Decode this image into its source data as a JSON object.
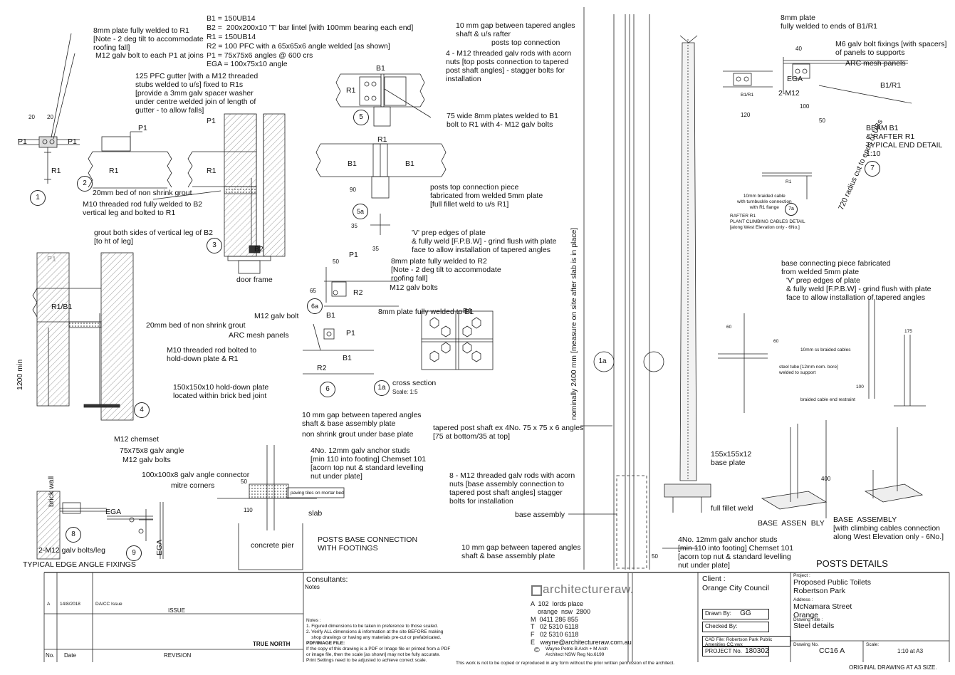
{
  "notes_top": {
    "b1": "B1 = 150UB14",
    "b2": "B2 =  200x200x10 'T' bar lintel [with 100mm bearing each end]",
    "r1": "R1 = 150UB14",
    "r2": "R2 = 100 PFC with a 65x65x6 angle welded [as shown]",
    "p1": "P1 = 75x75x6 angles @ 600 crs",
    "ega": "EGA = 100x75x10 angle"
  },
  "labels": {
    "plate_8mm_r1": "8mm plate fully welded to R1\n[Note - 2 deg tilt to accommodate\nroofing fall]",
    "m12_each_p1": "M12 galv bolt to each P1 at joins",
    "gutter": "125 PFC gutter [with a M12 threaded\nstubs welded to u/s] fixed to R1s\n[provide a 3mm galv spacer washer\nunder centre welded join of length of\ngutter - to allow falls]",
    "grout_20": "20mm bed of non shrink grout",
    "m10_rod_b2": "M10 threaded rod fully welded to B2\nvertical leg and bolted to R1",
    "grout_both": "grout both sides of vertical leg of B2\n[to ht of leg]",
    "door_frame": "door frame",
    "r1b1": "R1/B1",
    "grout_20b": "20mm bed of non shrink grout",
    "m10_rod_hold": "M10 threaded rod bolted to\nhold-down plate & R1",
    "holddown": "150x150x10 hold-down plate\nlocated within brick bed joint",
    "dim_1200": "1200 min",
    "m12_chemset": "M12 chemset",
    "angle_75": "75x75x8 galv angle",
    "m12_bolts": "M12 galv bolts",
    "angle_conn": "100x100x8 galv angle connector",
    "mitre": "mitre corners",
    "brick_wall": "brick wall",
    "ega1": "EGA",
    "ega2": "EGA",
    "m12_2": "2-M12 galv bolts/leg",
    "edge_title": "TYPICAL EDGE ANGLE FIXINGS",
    "gap_10_top": "10 mm gap between tapered angles\nshaft & u/s rafter",
    "posts_top": "posts top connection",
    "rods_4": "4 - M12 threaded galv rods with acorn\nnuts [top posts connection to tapered\npost shaft angles] - stagger bolts for\ninstallation",
    "plates_75": "75 wide 8mm plates welded to B1\nbolt to R1 with 4- M12 galv bolts",
    "posts_top_piece": "posts top connection piece\nfabricated from welded 5mm plate\n[full fillet weld to u/s R1]",
    "v_prep": "'V' prep edges of plate\n& fully weld [F.P.B.W] - grind flush with plate\nface to allow installation of tapered angles",
    "plate_8mm_r2": "8mm plate fully welded to R2\n[Note - 2 deg tilt to accommodate\nroofing fall]",
    "m12_galv_bolts2": "M12 galv bolts",
    "m12_galv_bolt": "M12 galv bolt",
    "plate_8mm_b1": "8mm plate fully welded to B1",
    "arc_mesh": "ARC mesh panels",
    "cross_section": "cross section",
    "scale_15": "Scale: 1:5",
    "tapered_shaft": "tapered post shaft ex 4No. 75 x 75 x 6 angles\n[75 at bottom/35 at top]",
    "rods_8": "8 - M12 threaded galv rods with acorn\nnuts [base assembly connection to\ntapered post shaft angles] stagger\nbolts for installation",
    "base_assembly": "base assembly",
    "gap_10_bot": "10 mm gap between tapered angles\nshaft & base assembly plate",
    "gap_10_base": "10 mm gap between tapered angles\nshaft & base assembly plate",
    "grout_base": "non shrink grout under base plate",
    "anchor_4": "4No. 12mm galv anchor studs\n[min 110 into footing] Chemset 101\n[acorn top nut & standard levelling\nnut under plate]",
    "paving": "paving tiles on mortar bed",
    "slab": "slab",
    "pier": "concrete pier",
    "base_conn_title": "POSTS BASE CONNECTION\nWITH FOOTINGS",
    "nominally": "nominally 2400 mm [measure on site after slab is in place]",
    "anchor_4b": "4No. 12mm galv anchor studs\n[min 110 into footing] Chemset 101\n[acorn top nut & standard levelling\nnut under plate]",
    "plate_8mm_b1r1": "8mm plate\nfully welded to ends of B1/R1",
    "m6_fix": "M6 galv bolt fixings [with spacers]\nof panels to supports",
    "arc_mesh2": "ARC mesh panels",
    "b1r1": "B1/R1",
    "ega3": "EGA",
    "m12_2b": "2-M12",
    "beam_title": "BEAM B1\n& RAFTER R1\nTYPICAL END DETAIL\n1:10",
    "radius_720": "720 radius cut to ends of UBs",
    "braided": "10mm braided cable\nwith turnbuckle connection\nwith R1 flange",
    "rafter_cable": "RAFTER R1\nPLANT CLIMBING CABLES DETAIL\n[along West Elevation only - 6No.]",
    "base_conn_piece": "base connecting piece fabricated\nfrom welded 5mm plate",
    "v_prep2": "'V' prep edges of plate\n& fully weld [F.P.B.W] - grind flush with plate\nface to allow installation of tapered angles",
    "ss_braided": "10mm ss braided cables",
    "steel_tube": "steel tube [12mm nom. bore]\nwelded to support",
    "braided_end": "braided cable end restraint",
    "base_plate": "155x155x12\nbase plate",
    "fillet": "full fillet weld",
    "base_asm_a": "BASE  ASSEN  BLY",
    "base_asm_b": "BASE  ASSEMBLY\n[with climbing cables connection\nalong West Elevation only - 6No.]",
    "posts_details": "POSTS DETAILS"
  },
  "dims": {
    "d20a": "20",
    "d20b": "20",
    "d90": "90",
    "d35a": "35",
    "d35b": "35",
    "d50": "50",
    "d65": "65",
    "d50b": "50",
    "d110": "110",
    "d50c": "50",
    "d40": "40",
    "d120": "120",
    "d100": "100",
    "d50d": "50",
    "d400": "400",
    "d60": "60",
    "d175": "175",
    "d100b": "100",
    "d60b": "60"
  },
  "parts": {
    "p1a": "P1",
    "p1b": "P1",
    "r1a": "R1",
    "p1c": "P1",
    "r1b": "R1",
    "p1d": "P1",
    "r1c": "R1",
    "b2": "B2",
    "p1e": "P1",
    "b1a": "B1",
    "r1d": "R1",
    "b1b": "B1",
    "b1c": "B1",
    "r1e": "R1",
    "p1f": "P1",
    "r2a": "R2",
    "b1d": "B1",
    "p1g": "P1",
    "r2b": "R2",
    "b1e": "B1",
    "b1f": "B1",
    "b1r1s": "B1/R1",
    "b1r1b": "B1/R1",
    "r1f": "R1"
  },
  "callouts": [
    "1",
    "2",
    "3",
    "4",
    "5",
    "5a",
    "6a",
    "6",
    "1a",
    "7",
    "7a",
    "8",
    "9",
    "1a"
  ],
  "title_block": {
    "rev_a": "A",
    "rev_date": "14/8/2018",
    "rev_desc": "DA/CC Issue",
    "issue": "ISSUE",
    "no": "No.",
    "date": "Date",
    "revision": "REVISION",
    "consultants": "Consultants:",
    "notes_h": "Notes",
    "true_north": "TRUE NORTH",
    "notes_title": "Notes :",
    "note_1": "1. Figured dimensions to be taken in preference to those scaled.",
    "note_2": "2. Verify ALL dimensions & information at the site BEFORE making\n    shop drawings or having any materials pre-cut or prefabricated.",
    "pdf_title": "PDF/IMAGE FILE:",
    "pdf_text": "If the copy of this drawing is a PDF or Image file or printed from a PDF\nor image file, then the scale [as shown] may not be fully accurate.\nPrint Settings need to be adjusted to achieve correct scale.",
    "firm": "architectureraw.",
    "address": "A  102  lords place\n    orange  nsw  2800\nM  0411 286 855\nT   02 5310 6118\nF   02 5310 6118\nE   wayne@architectureraw.com.au",
    "copyright": "©",
    "architects": "Wayne Petrie B Arch + M Arch\nArchitect NSW Reg No.6199",
    "copy_notice": "This work is not to be copied or reproduced in any form without the prior written permission of the architect.",
    "client_h": "Client :",
    "client": "Orange City Council",
    "drawn_by_h": "Drawn By:",
    "drawn_by": "GG",
    "checked_by_h": "Checked By:",
    "cad_file": "CAD File: Robertson Park Public\nAmenities CC.vwx",
    "project_no_h": "PROJECT No.",
    "project_no": "180302",
    "project_h": "Project :",
    "project": "Proposed Public Toilets\nRobertson Park",
    "address_h": "Address :",
    "proj_address": "McNamara Street\nOrange",
    "drawing_title_h": "Drawing Title :",
    "drawing_title": "Steel details",
    "drawing_no_h": "Drawing No.",
    "drawing_no": "CC16 A",
    "scale_h": "Scale:",
    "scale": "1:10 at A3",
    "original": "ORIGINAL DRAWING AT A3 SIZE."
  }
}
